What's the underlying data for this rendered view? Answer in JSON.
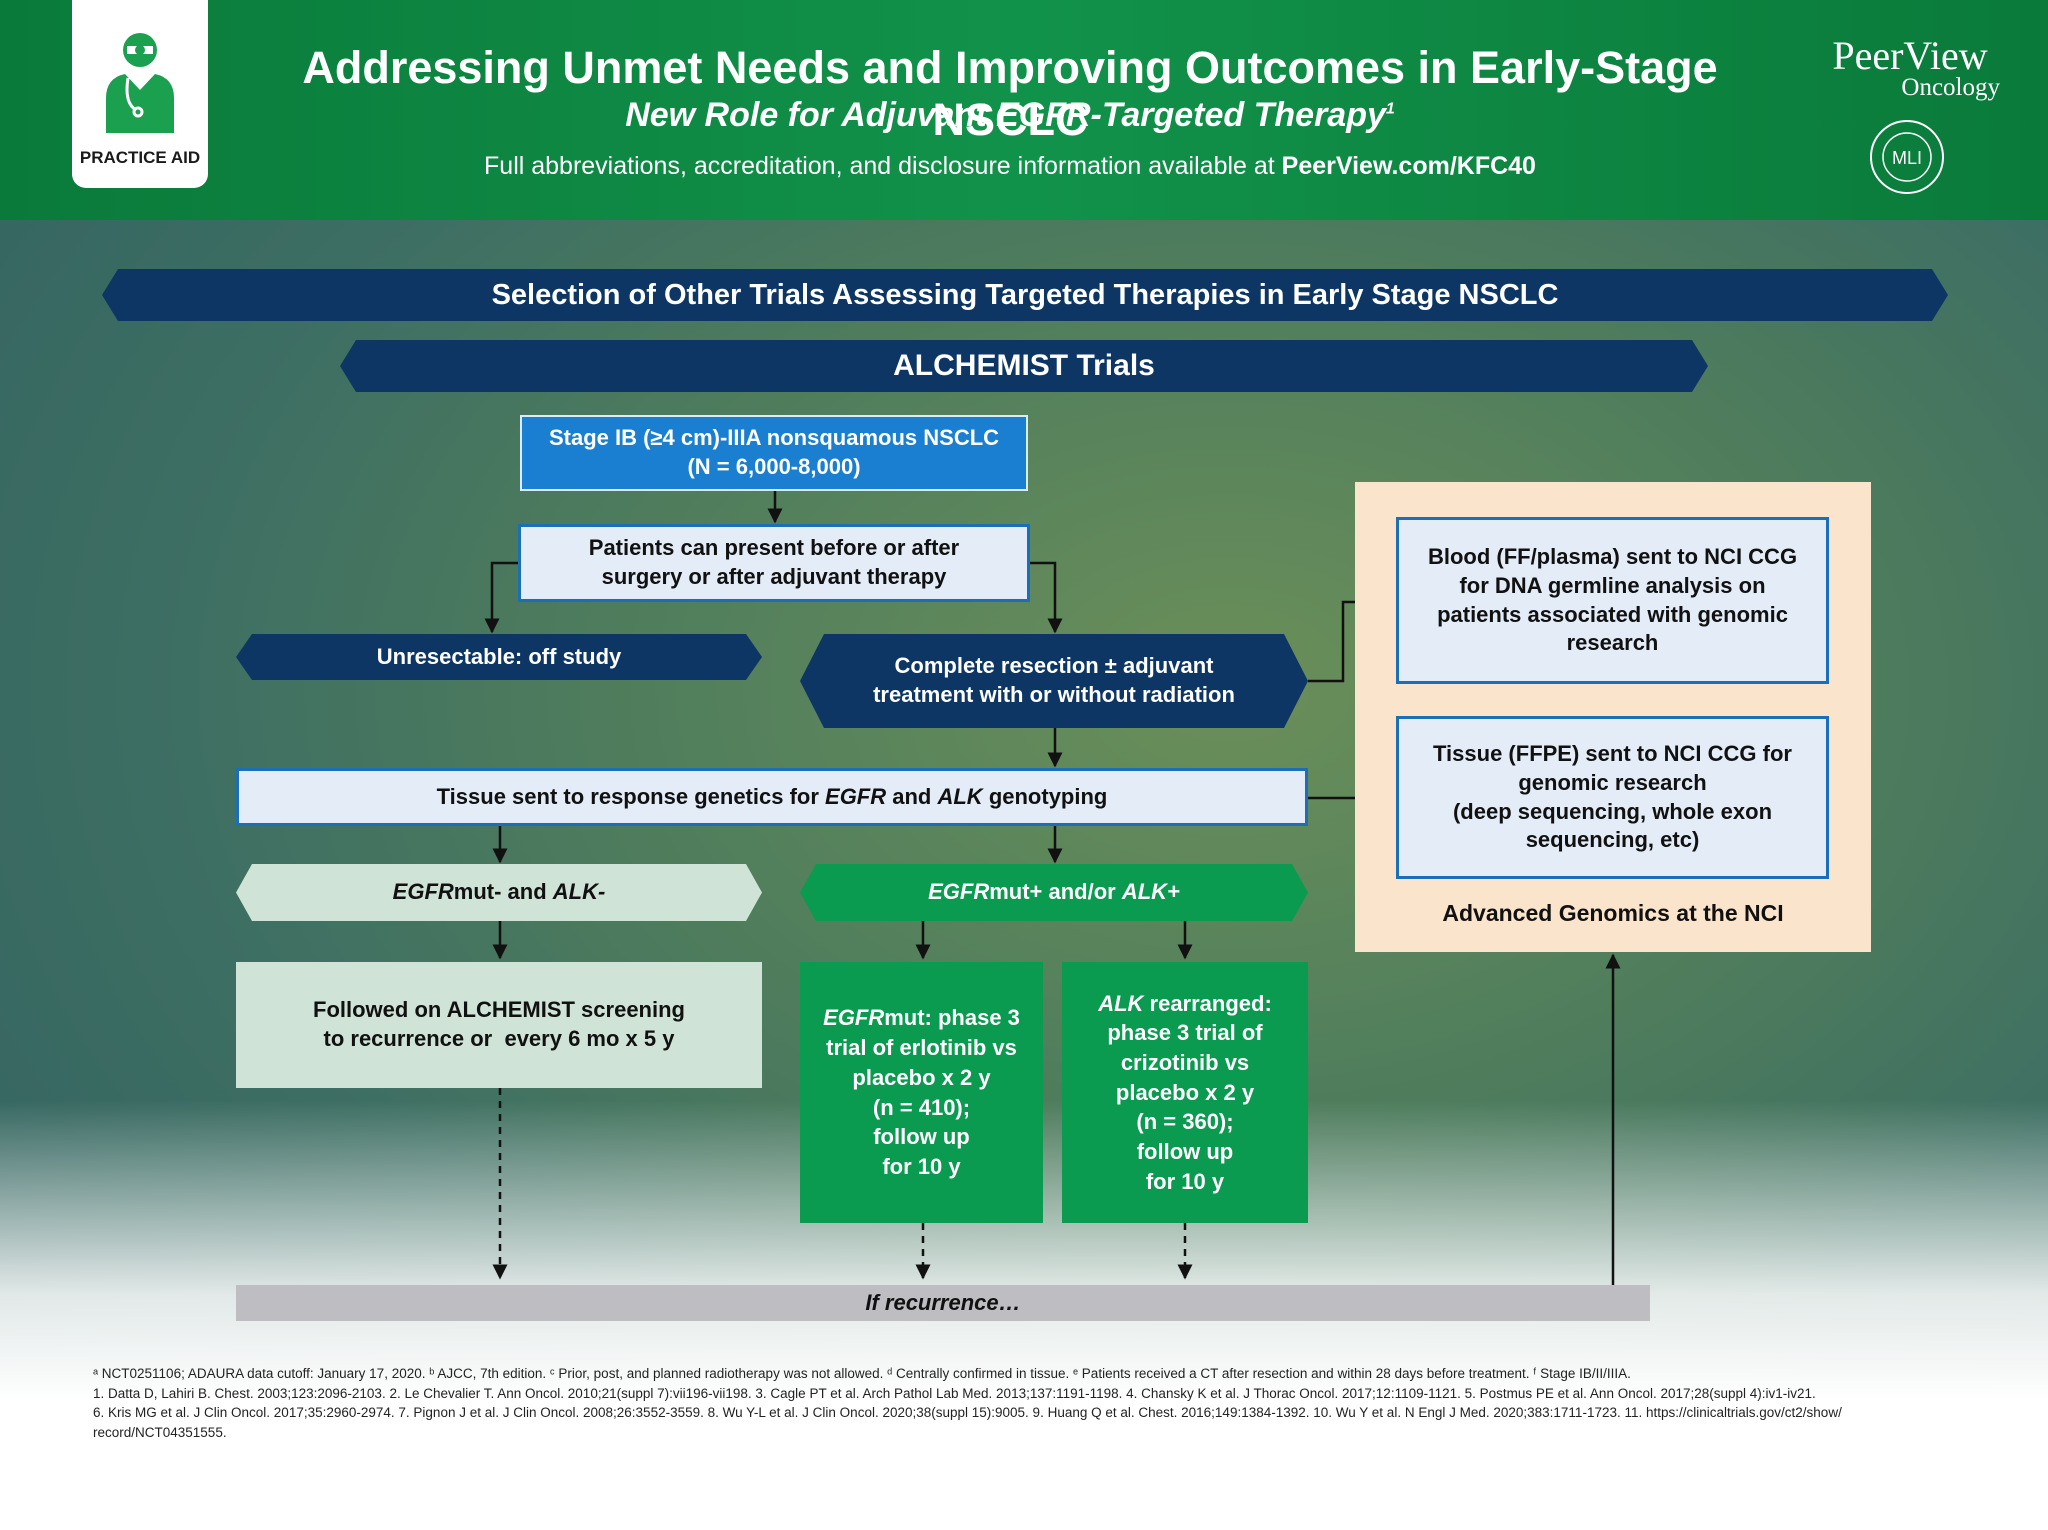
{
  "header": {
    "logo_label": "PRACTICE AID",
    "title": "Addressing Unmet Needs and Improving Outcomes in Early-Stage NSCLC",
    "subtitle": "New Role for Adjuvant EGFR-Targeted Therapy",
    "subtitle_sup": "1",
    "disclosure_prefix": "Full abbreviations, accreditation, and disclosure information available at ",
    "disclosure_link": "PeerView.com/KFC40",
    "brand_name": "PeerView",
    "brand_sub": "Oncology",
    "seal_label": "MLI"
  },
  "diagram": {
    "section_title": "Selection of Other Trials Assessing Targeted Therapies in Early Stage NSCLC",
    "trials_title": "ALCHEMIST Trials",
    "stage_line1": "Stage IB (≥4 cm)-IIIA nonsquamous NSCLC",
    "stage_line2": "(N = 6,000-8,000)",
    "present_line1": "Patients can present before or after",
    "present_line2": "surgery or after adjuvant therapy",
    "unresectable": "Unresectable: off study",
    "resection_line1": "Complete resection ± adjuvant",
    "resection_line2": "treatment with or without radiation",
    "tissue_prefix": "Tissue sent to response genetics for ",
    "tissue_egfr": "EGFR",
    "tissue_and": " and ",
    "tissue_alk": "ALK",
    "tissue_suffix": " genotyping",
    "neg_egfr": "EGFR",
    "neg_mid": "mut- and ",
    "neg_alk": "ALK-",
    "pos_egfr": "EGFR",
    "pos_mid": "mut+ and/or ",
    "pos_alk": "ALK+",
    "followed_line1": "Followed on ALCHEMIST screening",
    "followed_line2": "to recurrence or  every 6 mo x 5 y",
    "egfr_trial_italic": "EGFR",
    "egfr_trial_line1": "mut: phase 3",
    "egfr_trial_line2": "trial of erlotinib vs",
    "egfr_trial_line3": "placebo x 2 y",
    "egfr_trial_line4": "(n = 410);",
    "egfr_trial_line5": "follow up",
    "egfr_trial_line6": "for 10 y",
    "alk_trial_italic": "ALK",
    "alk_trial_line1": " rearranged:",
    "alk_trial_line2": "phase 3 trial of",
    "alk_trial_line3": "crizotinib vs",
    "alk_trial_line4": "placebo x 2 y",
    "alk_trial_line5": "(n = 360);",
    "alk_trial_line6": "follow up",
    "alk_trial_line7": "for 10 y",
    "blood_line1": "Blood (FF/plasma) sent to NCI CCG",
    "blood_line2": "for DNA germline analysis on",
    "blood_line3": "patients associated with genomic",
    "blood_line4": "research",
    "ffpe_line1": "Tissue (FFPE) sent to NCI CCG for",
    "ffpe_line2": "genomic research",
    "ffpe_line3": "(deep sequencing, whole exon",
    "ffpe_line4": "sequencing, etc)",
    "advanced_label": "Advanced Genomics at the NCI",
    "recurrence": "If recurrence…"
  },
  "colors": {
    "header_green": "#11924a",
    "navy": "#0d3664",
    "blue": "#1a7fd0",
    "green": "#0a9a50",
    "light_green": "#cfe4d6",
    "peach": "#fbe4cc",
    "gray_bar": "#bdbdc2"
  },
  "footnotes": {
    "line1": "ᵃ NCT0251106; ADAURA data cutoff: January 17, 2020. ᵇ AJCC, 7th edition. ᶜ Prior, post, and planned radiotherapy was not allowed. ᵈ Centrally confirmed in tissue. ᵉ Patients received a CT after resection and within 28 days before treatment. ᶠ Stage IB/II/IIIA.",
    "line2": "1. Datta D, Lahiri B. Chest. 2003;123:2096-2103. 2. Le Chevalier T. Ann Oncol. 2010;21(suppl 7):vii196-vii198. 3. Cagle PT et al. Arch Pathol Lab Med. 2013;137:1191-1198. 4. Chansky K et al. J Thorac Oncol. 2017;12:1109-1121. 5. Postmus PE et al. Ann Oncol. 2017;28(suppl 4):iv1-iv21.",
    "line3": "6. Kris MG et al. J Clin Oncol. 2017;35:2960-2974. 7. Pignon J et al. J Clin Oncol. 2008;26:3552-3559. 8. Wu Y-L et al. J Clin Oncol. 2020;38(suppl 15):9005. 9. Huang Q et al. Chest. 2016;149:1384-1392. 10. Wu Y et al. N Engl J Med. 2020;383:1711-1723. 11. https://clinicaltrials.gov/ct2/show/",
    "line4": "record/NCT04351555."
  }
}
